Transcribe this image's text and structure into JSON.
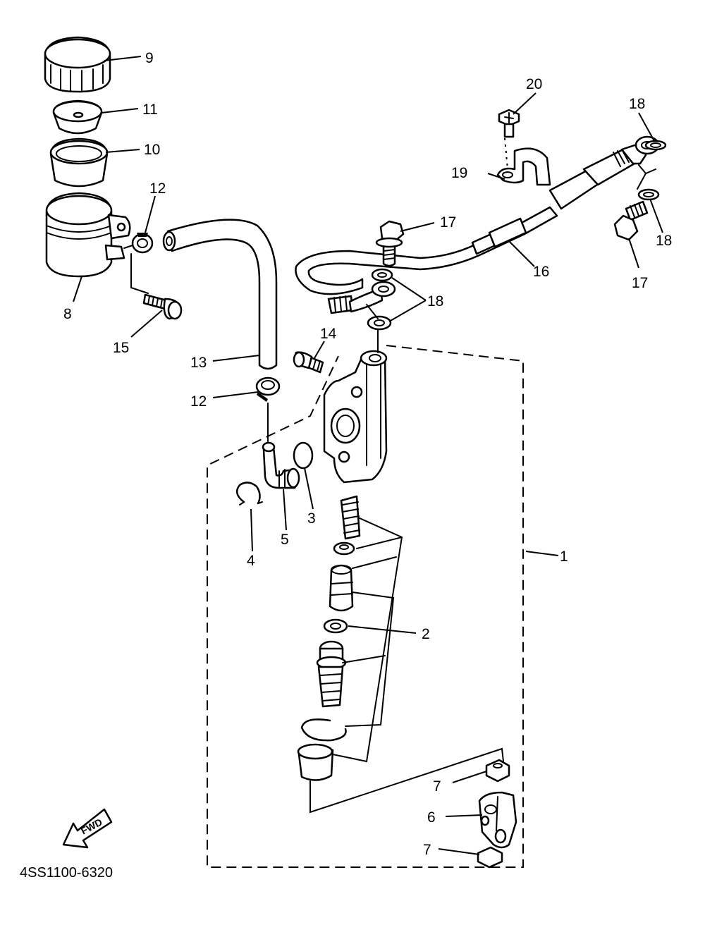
{
  "diagram_code": "4SS1100-6320",
  "fwd_arrow_text": "FWD",
  "callouts": {
    "p1": "1",
    "p2": "2",
    "p3": "3",
    "p4": "4",
    "p5": "5",
    "p6": "6",
    "p7a": "7",
    "p7b": "7",
    "p8": "8",
    "p9": "9",
    "p10": "10",
    "p11": "11",
    "p12a": "12",
    "p12b": "12",
    "p13": "13",
    "p14": "14",
    "p15": "15",
    "p16": "16",
    "p17a": "17",
    "p17b": "17",
    "p18a": "18",
    "p18b": "18",
    "p18c": "18",
    "p19": "19",
    "p20": "20"
  }
}
